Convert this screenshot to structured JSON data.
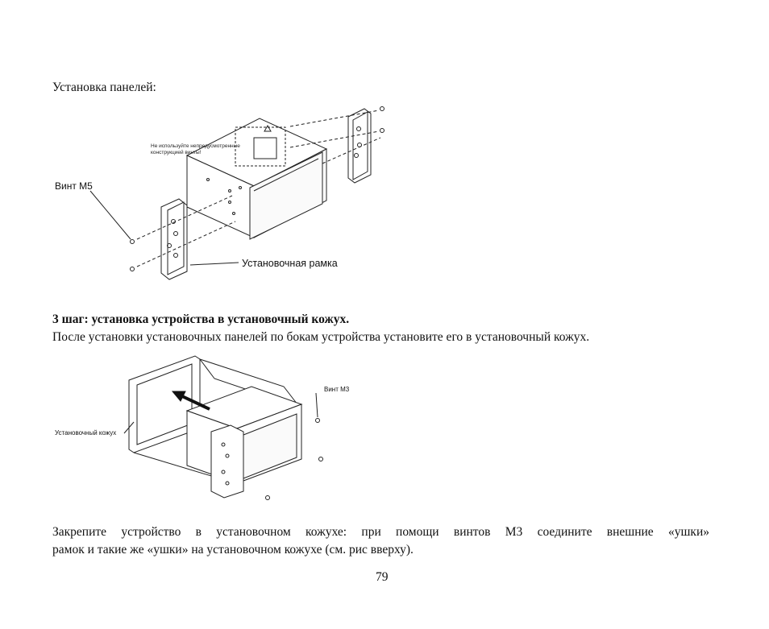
{
  "page": {
    "heading_install_panels": "Установка панелей:",
    "step3_title": "3 шаг: установка устройства в установочный кожух.",
    "step3_text": "После установки установочных панелей по бокам устройства установите его в установочный кожух.",
    "final_text_line1": "Закрепите устройство в установочном кожухе: при помощи винтов М3 соедините внешние «ушки»",
    "final_text_line2": "рамок и такие же «ушки» на установочном кожухе (см. рис вверху).",
    "page_number": "79"
  },
  "figure1": {
    "label_screw": "Винт М5",
    "label_frame": "Установочная рамка",
    "warning_line1": "Не используйте непредусмотренные",
    "warning_line2": "конструкцией винты!"
  },
  "figure2": {
    "label_screw": "Винт М3",
    "label_sleeve": "Установочный кожух"
  }
}
